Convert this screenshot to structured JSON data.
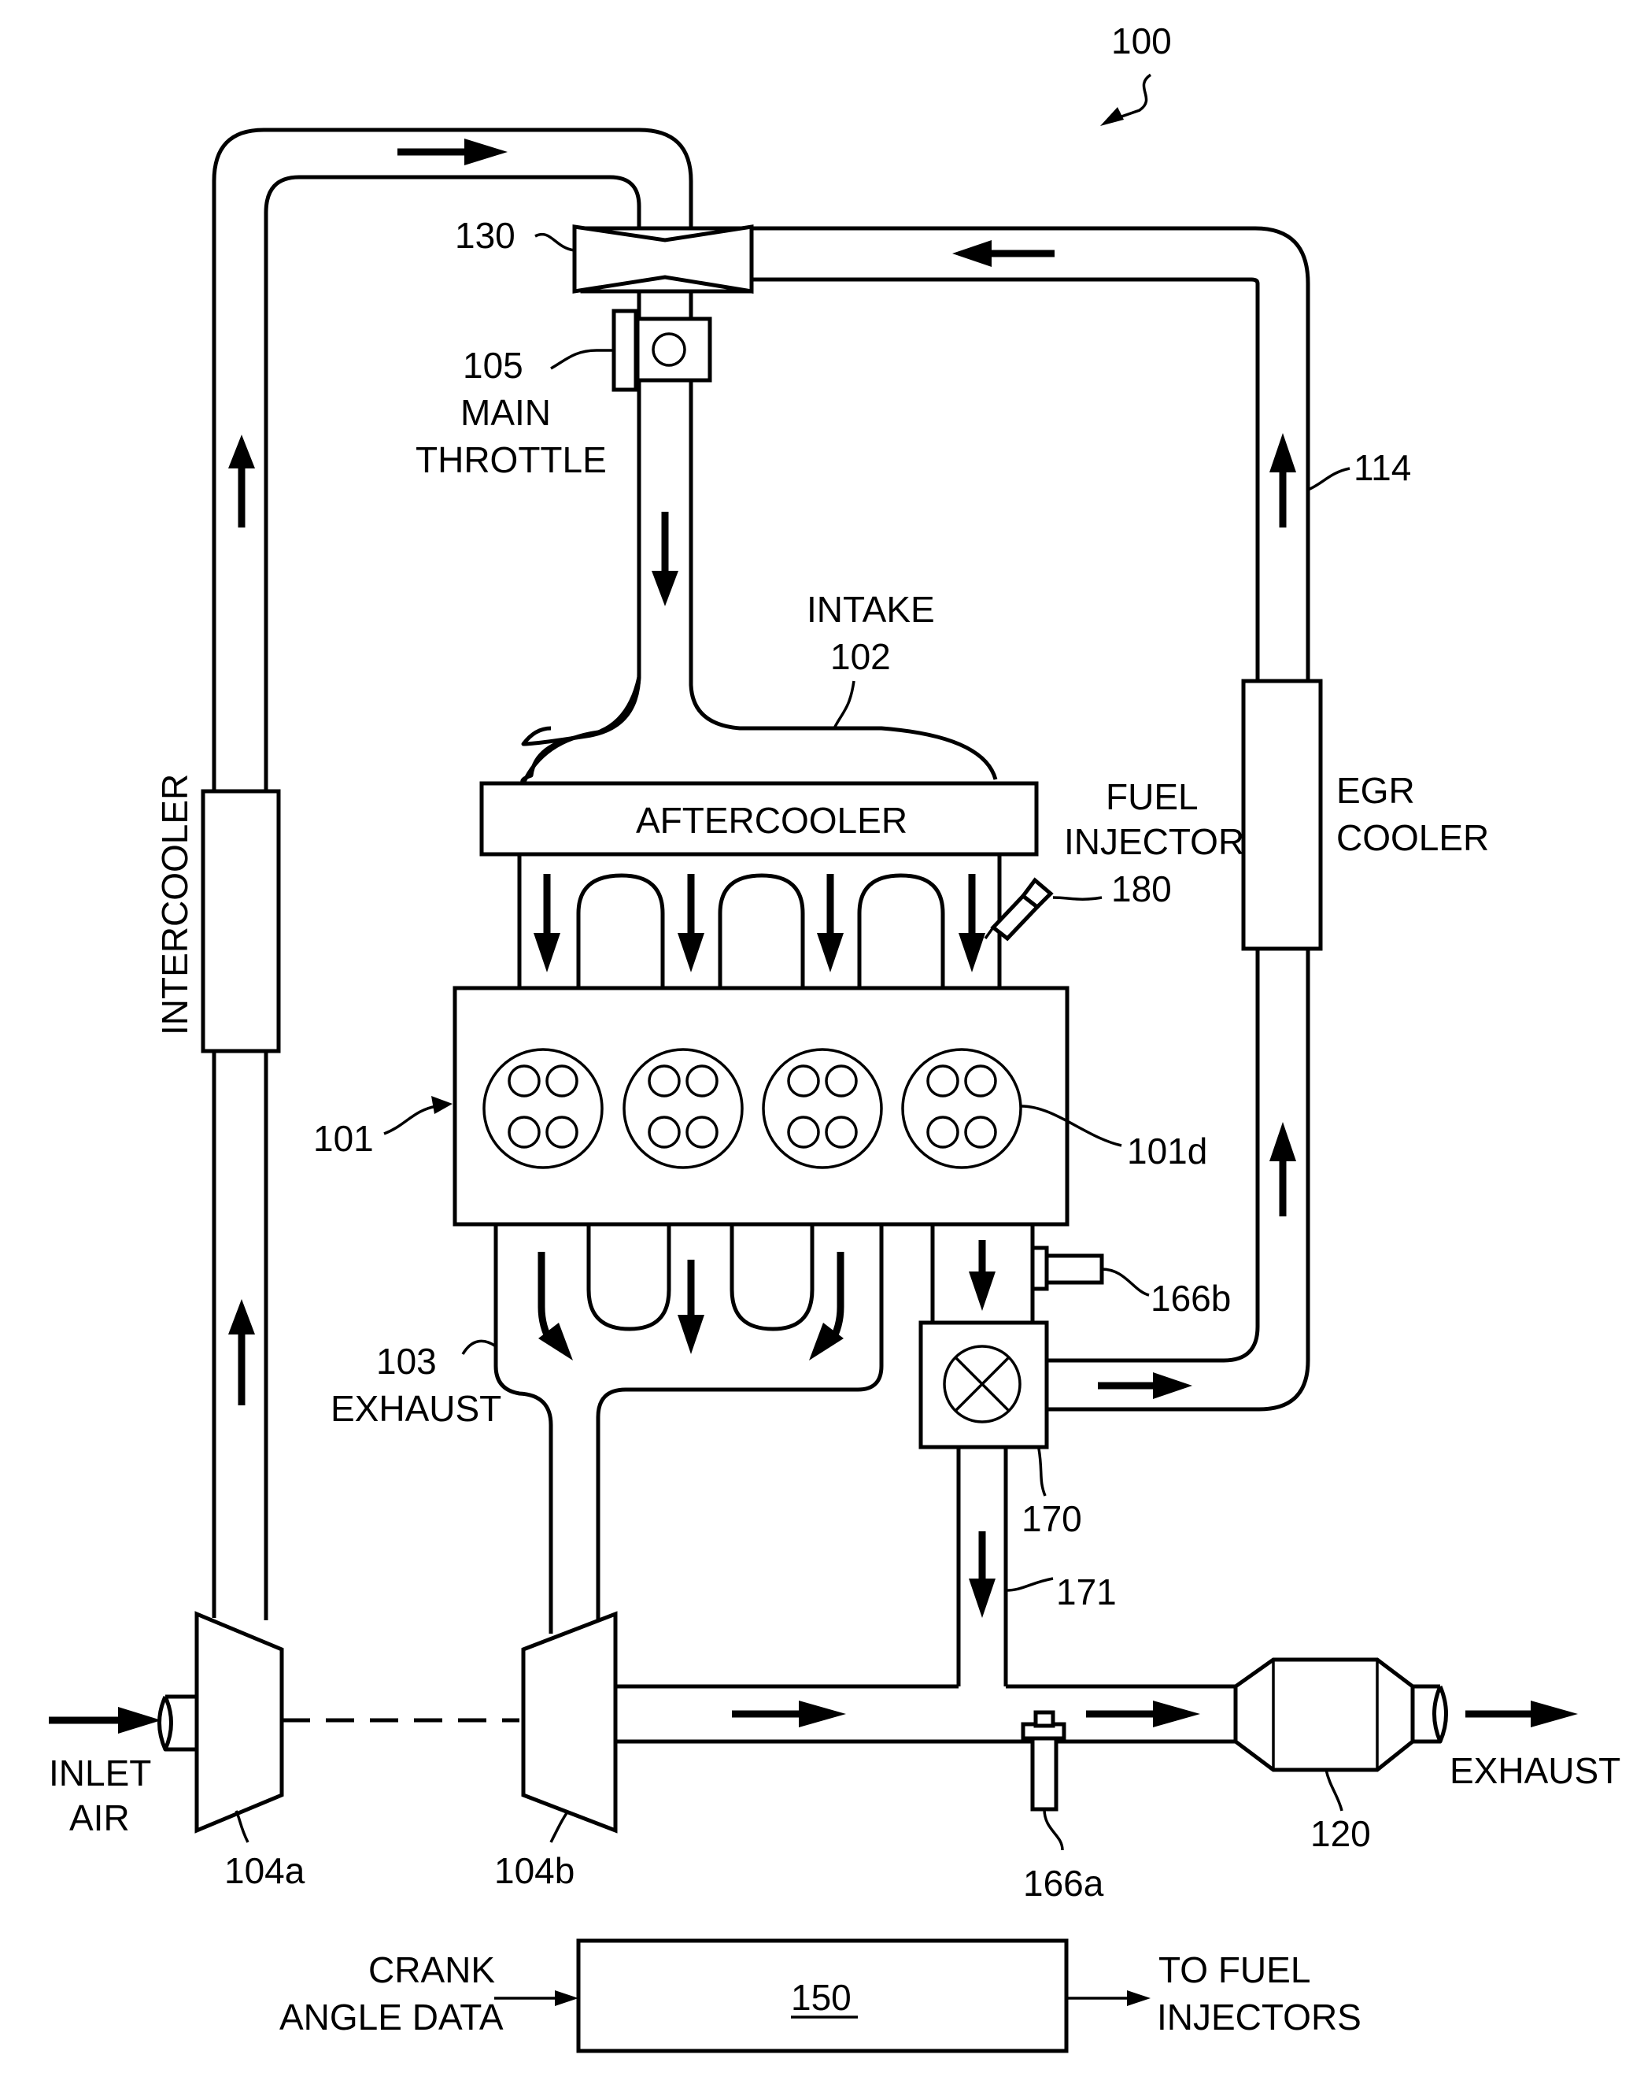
{
  "figure_number": "100",
  "components": {
    "engine": {
      "ref": "101",
      "cylinder_ref": "101d"
    },
    "intake": {
      "name": "INTAKE",
      "ref": "102"
    },
    "exhaust_manifold": {
      "name": "EXHAUST",
      "ref": "103"
    },
    "compressor": {
      "ref": "104a"
    },
    "turbine": {
      "ref": "104b"
    },
    "main_throttle": {
      "ref": "105",
      "name_line1": "MAIN",
      "name_line2": "THROTTLE"
    },
    "egr_line": {
      "ref": "114"
    },
    "catalyst": {
      "ref": "120"
    },
    "mixer": {
      "ref": "130"
    },
    "controller": {
      "ref": "150"
    },
    "sensor_a": {
      "ref": "166a"
    },
    "sensor_b": {
      "ref": "166b"
    },
    "egr_valve": {
      "ref": "170"
    },
    "bypass_line": {
      "ref": "171"
    },
    "fuel_injector": {
      "name_line1": "FUEL",
      "name_line2": "INJECTOR",
      "ref": "180"
    },
    "aftercooler": {
      "name": "AFTERCOOLER"
    },
    "intercooler": {
      "name": "INTERCOOLER"
    },
    "egr_cooler": {
      "name_line1": "EGR",
      "name_line2": "COOLER"
    }
  },
  "flows": {
    "inlet_line1": "INLET",
    "inlet_line2": "AIR",
    "outlet": "EXHAUST"
  },
  "controller_io": {
    "input_line1": "CRANK",
    "input_line2": "ANGLE DATA",
    "output_line1": "TO FUEL",
    "output_line2": "INJECTORS"
  }
}
